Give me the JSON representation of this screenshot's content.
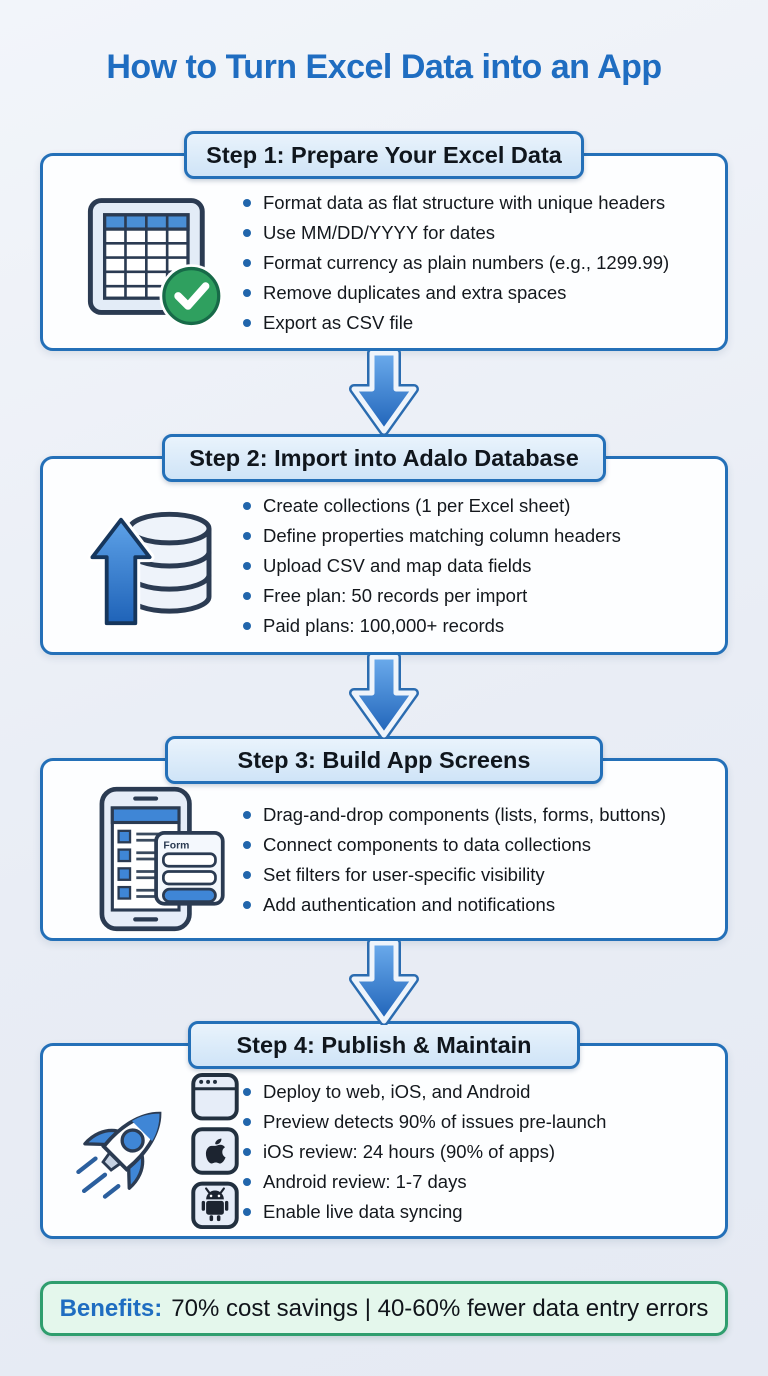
{
  "title": "How to Turn Excel Data into an App",
  "colors": {
    "accent_blue": "#1f6dc1",
    "border_blue": "#2470b8",
    "header_fill": "#d9eaf9",
    "arrow_blue_light": "#5ea2e8",
    "arrow_blue_dark": "#1f63b8",
    "bullet_dot": "#2166ac",
    "check_green": "#2fa05f",
    "benefits_border": "#2f9e6e",
    "benefits_fill": "#e4f7ec"
  },
  "steps": [
    {
      "header": "Step 1: Prepare Your Excel Data",
      "icon": "spreadsheet-check-icon",
      "bullets": [
        "Format data as flat structure with unique headers",
        "Use MM/DD/YYYY for dates",
        "Format currency as plain numbers (e.g., 1299.99)",
        "Remove duplicates and extra spaces",
        "Export as CSV file"
      ]
    },
    {
      "header": "Step 2: Import into Adalo Database",
      "icon": "database-upload-icon",
      "bullets": [
        "Create collections (1 per Excel sheet)",
        "Define properties matching column headers",
        "Upload CSV and map data fields",
        "Free plan: 50 records per import",
        "Paid plans: 100,000+ records"
      ]
    },
    {
      "header": "Step 3: Build App Screens",
      "icon": "phone-form-icon",
      "bullets": [
        "Drag-and-drop components (lists, forms, buttons)",
        "Connect components to data collections",
        "Set filters for user-specific visibility",
        "Add authentication and notifications"
      ]
    },
    {
      "header": "Step 4: Publish & Maintain",
      "icon": "rocket-platforms-icon",
      "bullets": [
        "Deploy to web, iOS, and Android",
        "Preview detects 90% of issues pre-launch",
        "iOS review: 24 hours (90% of apps)",
        "Android review: 1-7 days",
        "Enable live data syncing"
      ]
    }
  ],
  "icon_labels": {
    "form_card": "Form"
  },
  "benefits": {
    "label": "Benefits:",
    "text": "70% cost savings | 40-60% fewer data entry errors"
  }
}
